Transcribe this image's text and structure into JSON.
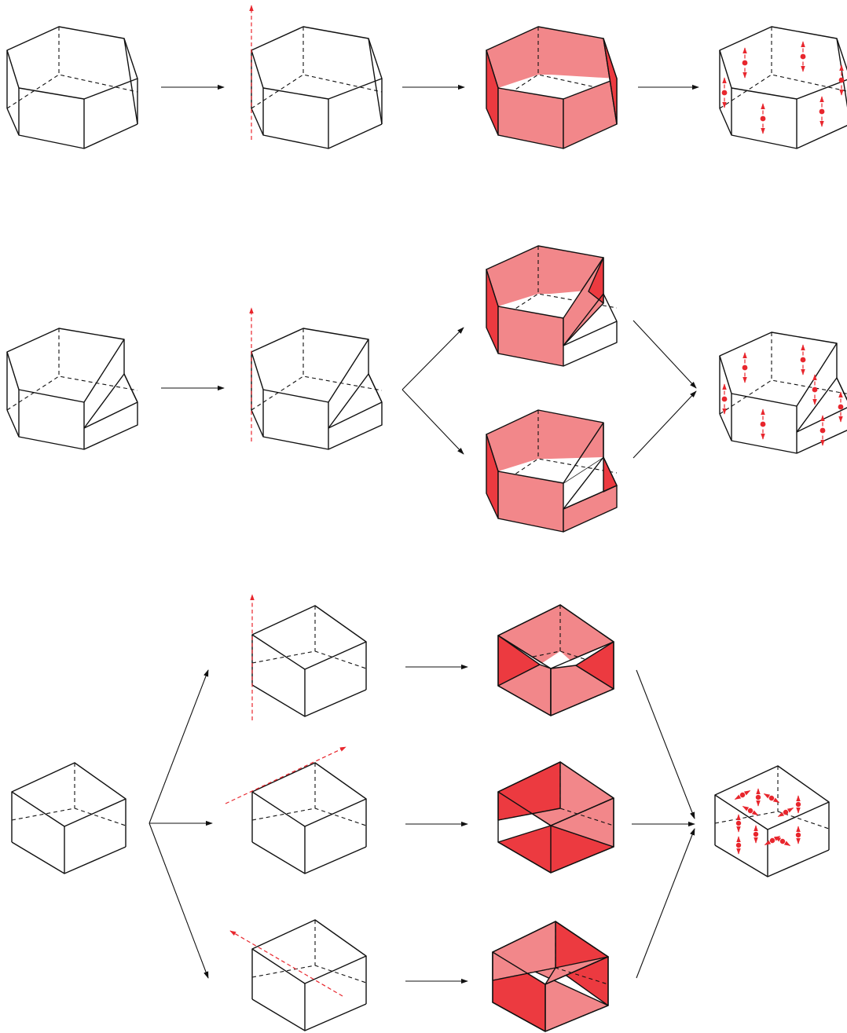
{
  "diagram": {
    "rows": [
      {
        "id": "row-hexagonal",
        "stages": [
          "prism",
          "prism-with-axis",
          "side-faces-highlighted",
          "side-faces-with-normal-vectors"
        ]
      },
      {
        "id": "row-hexagonal-sliced",
        "stages": [
          "sliced-prism",
          "sliced-prism-with-axis",
          "two-highlight-variants",
          "combined-normal-vectors"
        ]
      },
      {
        "id": "row-cube",
        "stages": [
          "cube",
          "three-axis-directions",
          "three-face-pair-highlights",
          "combined-normal-vectors"
        ]
      }
    ]
  },
  "colors": {
    "light_face": "#f2878a",
    "dark_face": "#ec3a40",
    "accent": "#e8262d",
    "line": "#111111"
  }
}
